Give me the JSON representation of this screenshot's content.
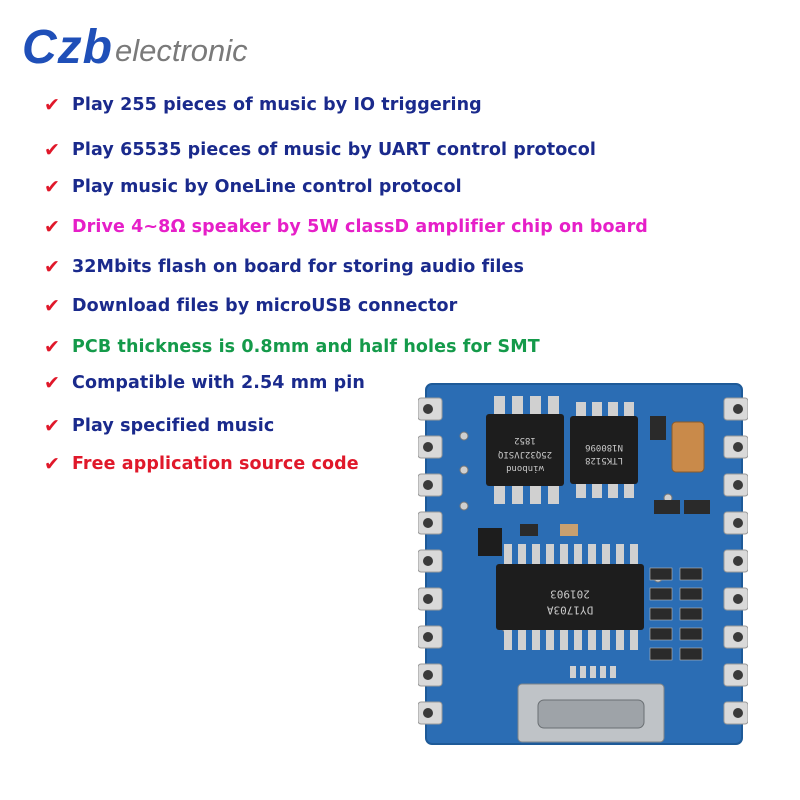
{
  "brand": {
    "mark": "Czb",
    "word": "electronic",
    "mark_color": "#1f4fb8",
    "word_color": "#7a7a7a"
  },
  "check_icon": "check-mark-icon",
  "check_color": "#e0182a",
  "features": [
    {
      "text": "Play 255 pieces of music by IO triggering",
      "color": "#1a2a8c"
    },
    {
      "text": "Play 65535 pieces of music by UART control protocol",
      "color": "#1a2a8c"
    },
    {
      "text": "Play music by OneLine control protocol",
      "color": "#1a2a8c"
    },
    {
      "text": "Drive 4~8Ω speaker by 5W classD amplifier chip on board",
      "color": "#e61fc8"
    },
    {
      "text": "32Mbits flash on board for storing audio files",
      "color": "#1a2a8c"
    },
    {
      "text": "Download files by microUSB connector",
      "color": "#1a2a8c"
    },
    {
      "text": "PCB thickness is 0.8mm and half holes for SMT",
      "color": "#149a4a"
    },
    {
      "text": "Compatible with 2.54 mm pin",
      "color": "#1a2a8c"
    },
    {
      "text": "Play specified music",
      "color": "#1a2a8c"
    },
    {
      "text": "Free application source code",
      "color": "#e0182a"
    }
  ],
  "board": {
    "pcb_color": "#2b6db4",
    "chip1_lines": [
      "winbond",
      "25Q32JVSIQ",
      "1852"
    ],
    "chip2_lines": [
      "LTK5128",
      "N180096"
    ],
    "chip3_lines": [
      "DY1703A",
      "201903"
    ]
  }
}
